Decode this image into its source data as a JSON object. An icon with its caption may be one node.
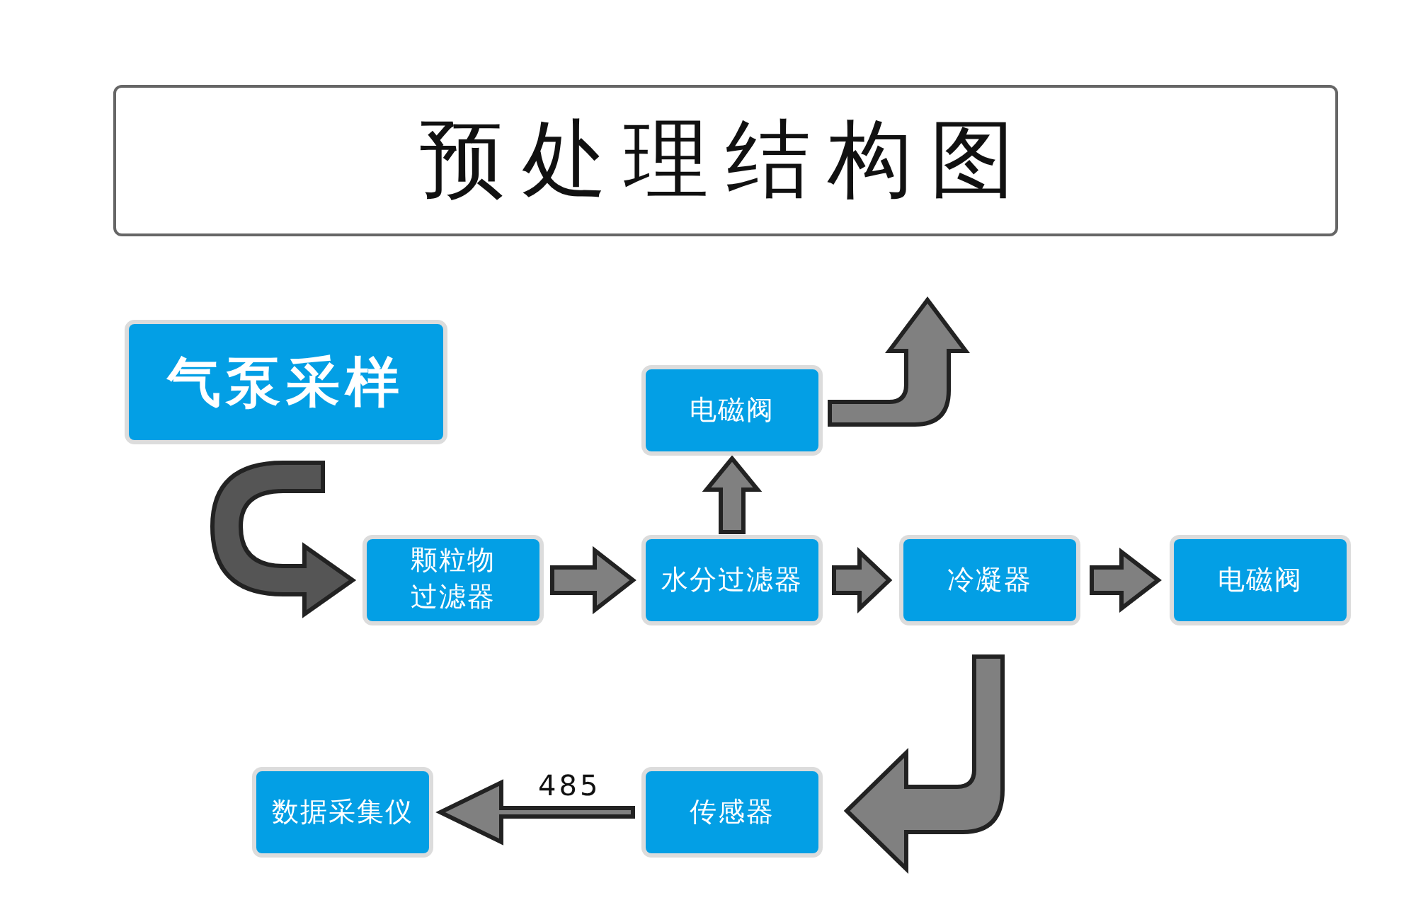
{
  "diagram": {
    "title": "预处理结构图",
    "nodes": [
      {
        "text": [
          "气泵采样"
        ]
      },
      {
        "text": [
          "颗粒物过滤器"
        ]
      },
      {
        "text": [
          "电磁阀"
        ]
      },
      {
        "text": [
          "水分过滤器"
        ]
      },
      {
        "text": [
          "冷凝器"
        ]
      },
      {
        "text": [
          "电磁阀"
        ]
      },
      {
        "text": [
          "数据采集仪"
        ]
      },
      {
        "text": [
          "传感器"
        ]
      }
    ],
    "edges": [
      {
        "from": 0,
        "to": 1,
        "arrow": "to",
        "color": "#555555"
      },
      {
        "from": 1,
        "to": 3,
        "arrow": "to"
      },
      {
        "from": 3,
        "to": 2,
        "arrow": "to"
      },
      {
        "from": 2,
        "to": null,
        "arrow": "to"
      },
      {
        "from": 3,
        "to": 4,
        "arrow": "to"
      },
      {
        "from": 4,
        "to": 5,
        "arrow": "to"
      },
      {
        "from": 4,
        "to": 7,
        "arrow": "to"
      },
      {
        "from": 7,
        "to": 6,
        "arrow": "to",
        "label": "485"
      }
    ]
  }
}
